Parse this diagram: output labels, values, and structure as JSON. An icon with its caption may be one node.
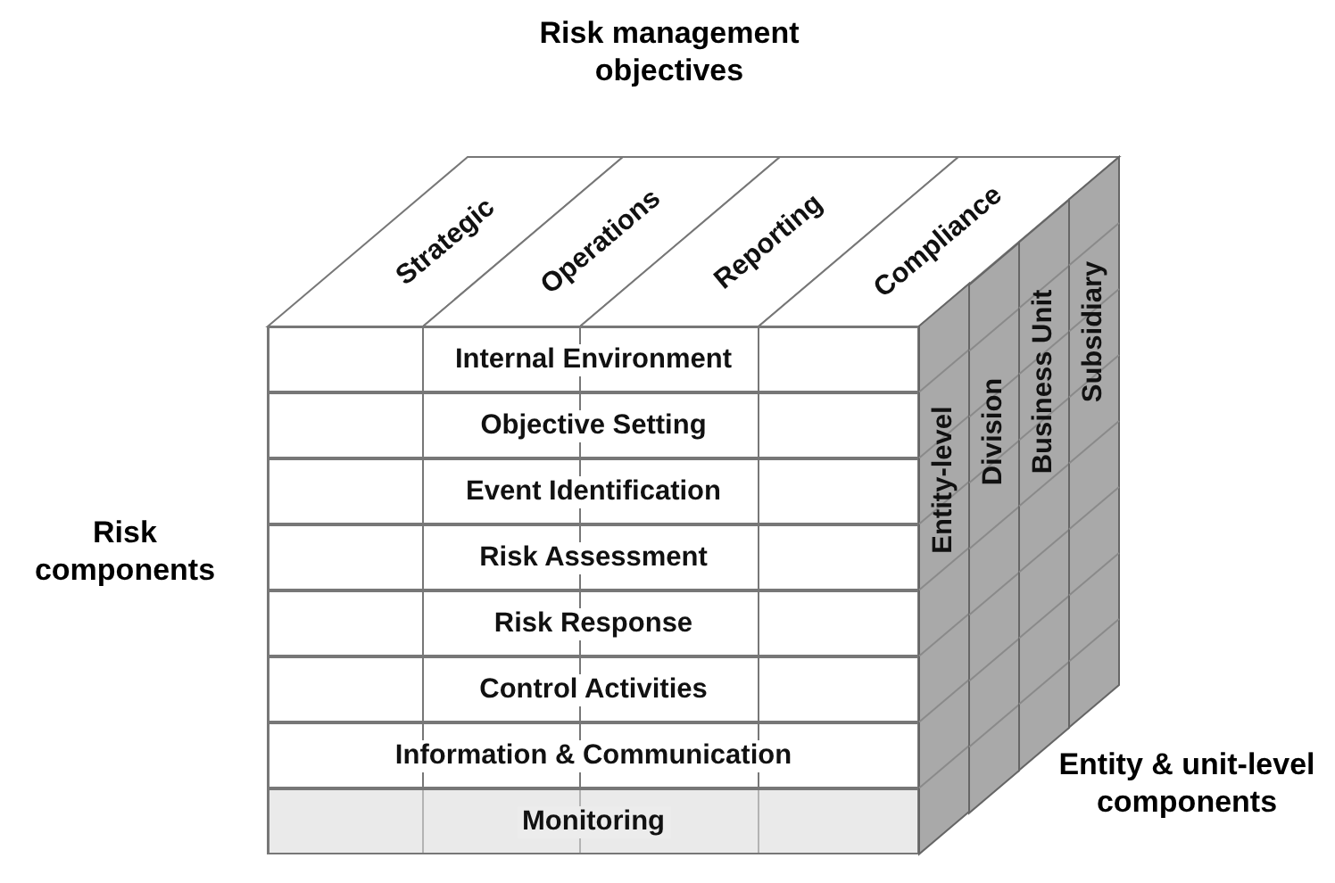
{
  "diagram": {
    "nodes": [
      {
        "text": [
          "Strategic"
        ]
      },
      {
        "text": [
          "Operations"
        ]
      },
      {
        "text": [
          "Reporting"
        ]
      },
      {
        "text": [
          "Compliance"
        ]
      },
      {
        "text": [
          "Internal Environment"
        ]
      },
      {
        "text": [
          "Objective Setting"
        ]
      },
      {
        "text": [
          "Event Identification"
        ]
      },
      {
        "text": [
          "Risk Assessment"
        ]
      },
      {
        "text": [
          "Risk Response"
        ]
      },
      {
        "text": [
          "Control Activities"
        ]
      },
      {
        "text": [
          "Information & Communication"
        ]
      },
      {
        "text": [
          "Monitoring"
        ]
      },
      {
        "text": [
          "Entity-level"
        ]
      },
      {
        "text": [
          "Division"
        ]
      },
      {
        "text": [
          "Business Unit"
        ]
      },
      {
        "text": [
          "Subsidiary"
        ]
      }
    ],
    "labels": [
      "Risk management objectives",
      "Risk components",
      "Entity & unit-level components"
    ]
  }
}
